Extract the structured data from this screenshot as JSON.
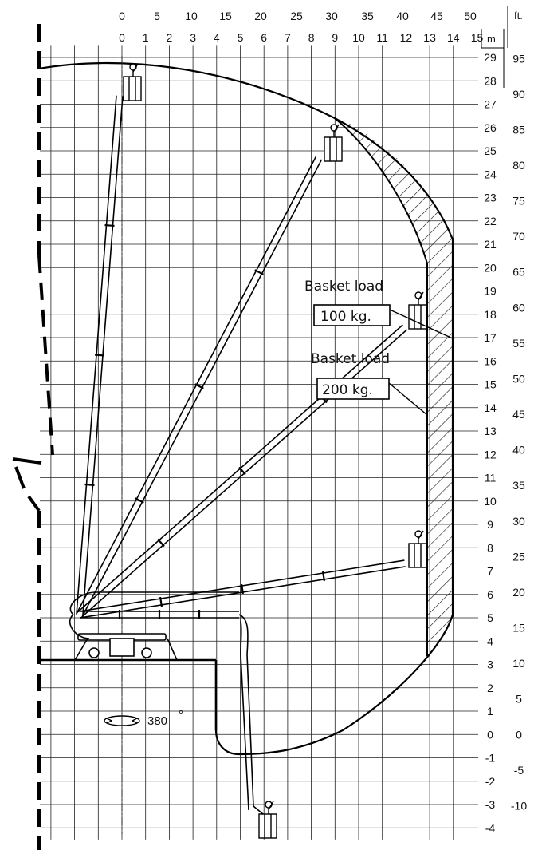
{
  "diagram": {
    "ft_top_ticks": [
      "0",
      "5",
      "10",
      "15",
      "20",
      "25",
      "30",
      "35",
      "40",
      "45",
      "50"
    ],
    "ft_top_unit": "ft.",
    "m_top_ticks": [
      "0",
      "1",
      "2",
      "3",
      "4",
      "5",
      "6",
      "7",
      "8",
      "9",
      "10",
      "11",
      "12",
      "13",
      "14",
      "15"
    ],
    "m_top_unit": "m",
    "m_right_ticks": [
      "29",
      "28",
      "27",
      "26",
      "25",
      "24",
      "23",
      "22",
      "21",
      "20",
      "19",
      "18",
      "17",
      "16",
      "15",
      "14",
      "13",
      "12",
      "11",
      "10",
      "9",
      "8",
      "7",
      "6",
      "5",
      "4",
      "3",
      "2",
      "1",
      "0",
      "-1",
      "-2",
      "-3",
      "-4"
    ],
    "ft_right_ticks": [
      "95",
      "90",
      "85",
      "80",
      "75",
      "70",
      "65",
      "60",
      "55",
      "50",
      "45",
      "40",
      "35",
      "30",
      "25",
      "20",
      "15",
      "10",
      "5",
      "0",
      "-5",
      "-10"
    ],
    "label_100": {
      "caption": "Basket load",
      "value": "100 kg."
    },
    "label_200": {
      "caption": "Basket load",
      "value": "200 kg."
    },
    "rotation": {
      "value": "380",
      "unit": "°"
    }
  }
}
